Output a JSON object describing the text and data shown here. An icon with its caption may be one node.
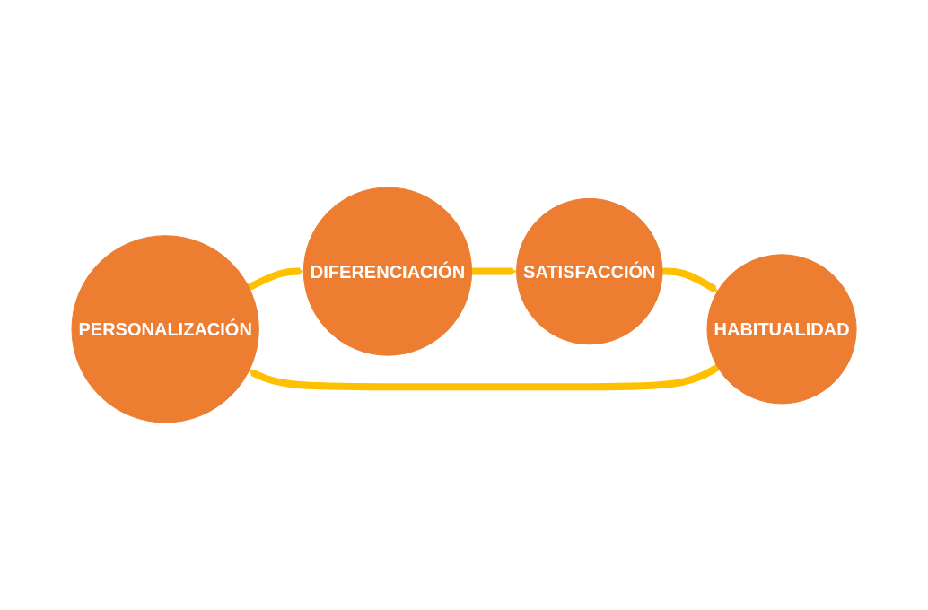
{
  "diagram": {
    "nodes": [
      {
        "text": [
          "PERSONALIZACIÓN"
        ]
      },
      {
        "text": [
          "HABITUALIDAD"
        ]
      },
      {
        "text": [
          "DIFERENCIACIÓN"
        ]
      },
      {
        "text": [
          "SATISFACCIÓN"
        ]
      }
    ],
    "edges": [
      {
        "from": 0,
        "to": 2,
        "arrow": "to"
      },
      {
        "from": 2,
        "to": 3,
        "arrow": "to"
      },
      {
        "from": 3,
        "to": 1,
        "arrow": "to"
      },
      {
        "from": 1,
        "to": 0,
        "arrow": "to"
      }
    ]
  }
}
